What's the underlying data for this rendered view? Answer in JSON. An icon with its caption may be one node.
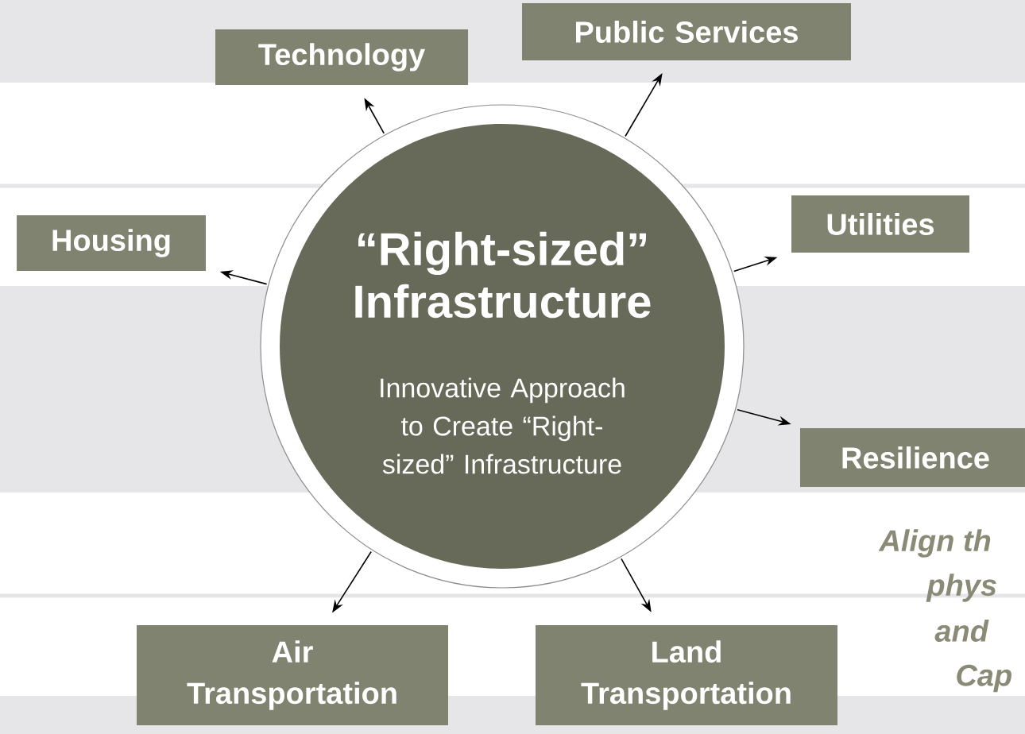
{
  "diagram": {
    "nodes": [
      {
        "text": [
          "“Right-sized” Infrastructure",
          "Innovative Approach to Create “Right-sized” Infrastructure"
        ]
      },
      {
        "text": [
          "Technology"
        ]
      },
      {
        "text": [
          "Public Services"
        ]
      },
      {
        "text": [
          "Housing"
        ]
      },
      {
        "text": [
          "Utilities"
        ]
      },
      {
        "text": [
          "Resilience"
        ]
      },
      {
        "text": [
          "Air Transportation"
        ]
      },
      {
        "text": [
          "Land Transportation"
        ]
      }
    ],
    "edges": [
      {
        "from": 0,
        "to": 1,
        "arrow": "to"
      },
      {
        "from": 0,
        "to": 2,
        "arrow": "to"
      },
      {
        "from": 0,
        "to": 3,
        "arrow": "to"
      },
      {
        "from": 0,
        "to": 4,
        "arrow": "to"
      },
      {
        "from": 0,
        "to": 5,
        "arrow": "to"
      },
      {
        "from": 0,
        "to": 6,
        "arrow": "to"
      },
      {
        "from": 0,
        "to": 7,
        "arrow": "to"
      }
    ],
    "labels": [
      "Align th",
      "phys",
      "and",
      "Cap"
    ]
  }
}
